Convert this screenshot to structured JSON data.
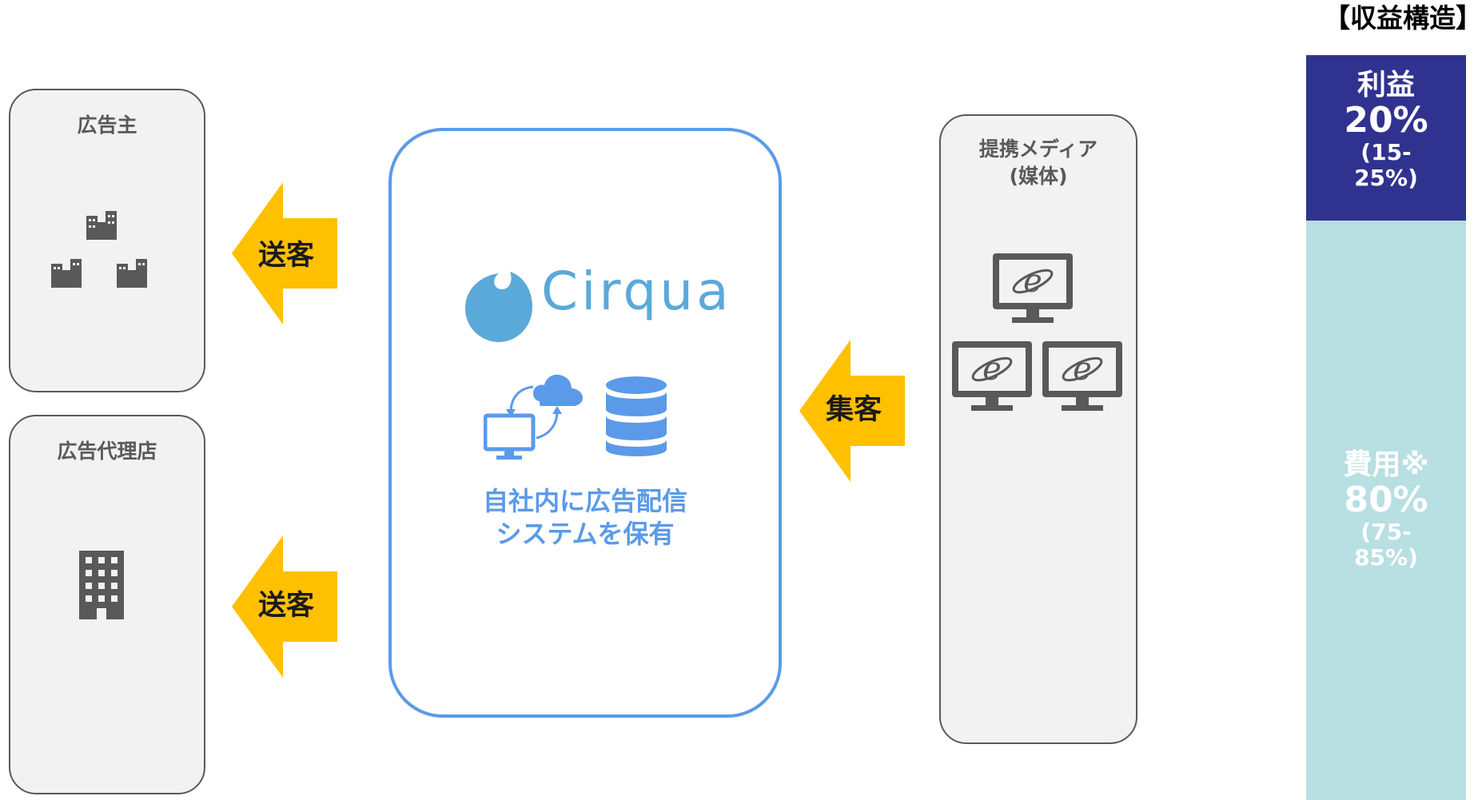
{
  "advertiser": {
    "title": "広告主"
  },
  "agency": {
    "title": "広告代理店"
  },
  "media": {
    "title_line1": "提携メディア",
    "title_line2": "(媒体)"
  },
  "center": {
    "logo": "Cirqua",
    "caption_line1": "自社内に広告配信",
    "caption_line2": "システムを保有"
  },
  "arrows": {
    "to_advertiser": "送客",
    "to_agency": "送客",
    "from_media": "集客"
  },
  "revenue": {
    "title": "【収益構造】",
    "profit": {
      "name": "利益",
      "percent": "20%",
      "range_line1": "(15-",
      "range_line2": "25%)"
    },
    "cost": {
      "name": "費用※",
      "percent": "80%",
      "range_line1": "(75-",
      "range_line2": "85%)"
    }
  },
  "colors": {
    "arrow": "#ffc000",
    "center_border": "#5b9ae8",
    "logo": "#5ba9d9",
    "profit": "#30328f",
    "cost": "#b8dfe1",
    "icon_gray": "#595959"
  }
}
